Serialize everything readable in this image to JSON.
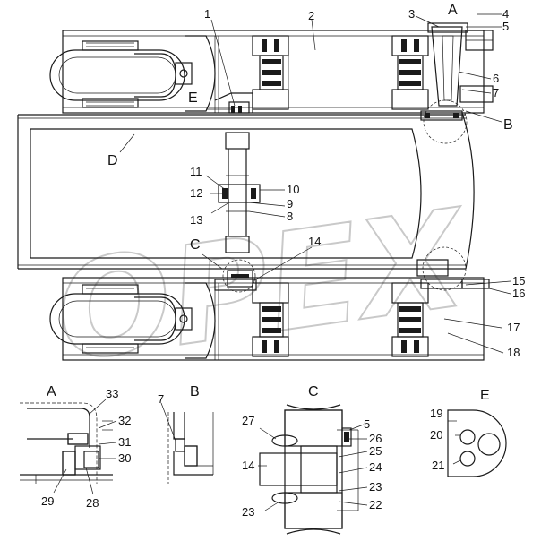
{
  "callouts": {
    "n1": "1",
    "n2": "2",
    "n3": "3",
    "n4": "4",
    "n5": "5",
    "n6": "6",
    "n7": "7",
    "n8": "8",
    "n9": "9",
    "n10": "10",
    "n11": "11",
    "n12": "12",
    "n13": "13",
    "n14": "14",
    "n15": "15",
    "n16": "16",
    "n17": "17",
    "n18": "18",
    "n19": "19",
    "n20": "20",
    "n21": "21",
    "n22": "22",
    "n23a": "23",
    "n23b": "23",
    "n24": "24",
    "n25": "25",
    "n26": "26",
    "n27": "27",
    "n28": "28",
    "n29": "29",
    "n30": "30",
    "n31": "31",
    "n32": "32",
    "n33": "33",
    "n5b": "5",
    "n14b": "14"
  },
  "views": {
    "A": "A",
    "B": "B",
    "C": "C",
    "D": "D",
    "E": "E",
    "detail_a": "A",
    "detail_b": "B",
    "detail_c": "C",
    "detail_e": "E"
  },
  "watermark": "OPEX"
}
